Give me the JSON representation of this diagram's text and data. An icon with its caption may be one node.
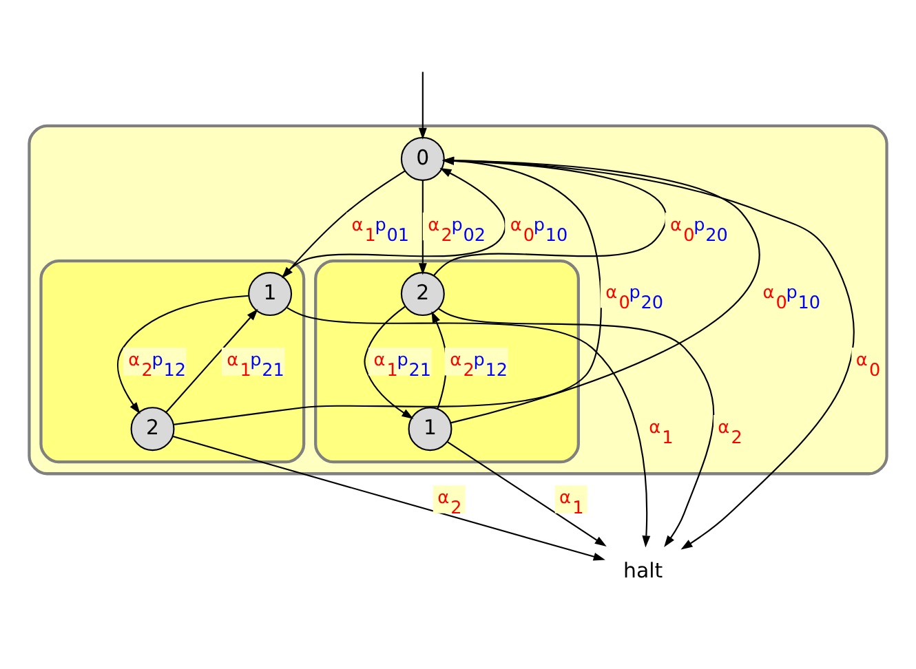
{
  "diagram": {
    "nodes": [
      {
        "text": [],
        "shape": "box"
      },
      {
        "text": [
          "0"
        ],
        "in": 0
      },
      {
        "text": [],
        "shape": "box",
        "in": 0
      },
      {
        "text": [
          "1"
        ],
        "in": 2
      },
      {
        "text": [
          "2"
        ],
        "in": 2
      },
      {
        "text": [],
        "shape": "box",
        "in": 0
      },
      {
        "text": [
          "2"
        ],
        "in": 5
      },
      {
        "text": [
          "1"
        ],
        "in": 5
      },
      {
        "text": [
          "halt"
        ]
      }
    ],
    "edges": [
      {
        "from": null,
        "to": 1,
        "arrow": "to"
      },
      {
        "from": 4,
        "to": 1,
        "arrow": "to",
        "label": "α$_{0}$p$_{20}$"
      },
      {
        "from": 3,
        "to": 1,
        "arrow": "to",
        "label": "α$_{0}$p$_{10}$"
      },
      {
        "from": 1,
        "to": 3,
        "arrow": "to",
        "label": "α$_{1}$p$_{01}$"
      },
      {
        "from": 1,
        "to": 8,
        "arrow": "to",
        "label": "α$_{0}$"
      },
      {
        "from": 1,
        "to": 6,
        "arrow": "to",
        "label": "α$_{2}$p$_{02}$"
      },
      {
        "from": 6,
        "to": 1,
        "arrow": "to",
        "label": "α$_{0}$p$_{20}$"
      },
      {
        "from": 7,
        "to": 1,
        "arrow": "to",
        "label": "α$_{0}$p$_{10}$"
      },
      {
        "from": 4,
        "to": 3,
        "arrow": "to",
        "label": "α$_{1}$p$_{21}$"
      },
      {
        "from": 3,
        "to": 4,
        "arrow": "to",
        "label": "α$_{2}$p$_{12}$"
      },
      {
        "from": 3,
        "to": 8,
        "arrow": "to",
        "label": "α$_{1}$"
      },
      {
        "from": 4,
        "to": 8,
        "arrow": "to",
        "label": "α$_{2}$"
      },
      {
        "from": 7,
        "to": 6,
        "arrow": "to",
        "label": "α$_{2}$p$_{12}$"
      },
      {
        "from": 6,
        "to": 7,
        "arrow": "to",
        "label": "α$_{1}$p$_{21}$"
      },
      {
        "from": 6,
        "to": 8,
        "arrow": "to",
        "label": "α$_{2}$"
      },
      {
        "from": 7,
        "to": 8,
        "arrow": "to",
        "label": "α$_{1}$"
      }
    ]
  }
}
